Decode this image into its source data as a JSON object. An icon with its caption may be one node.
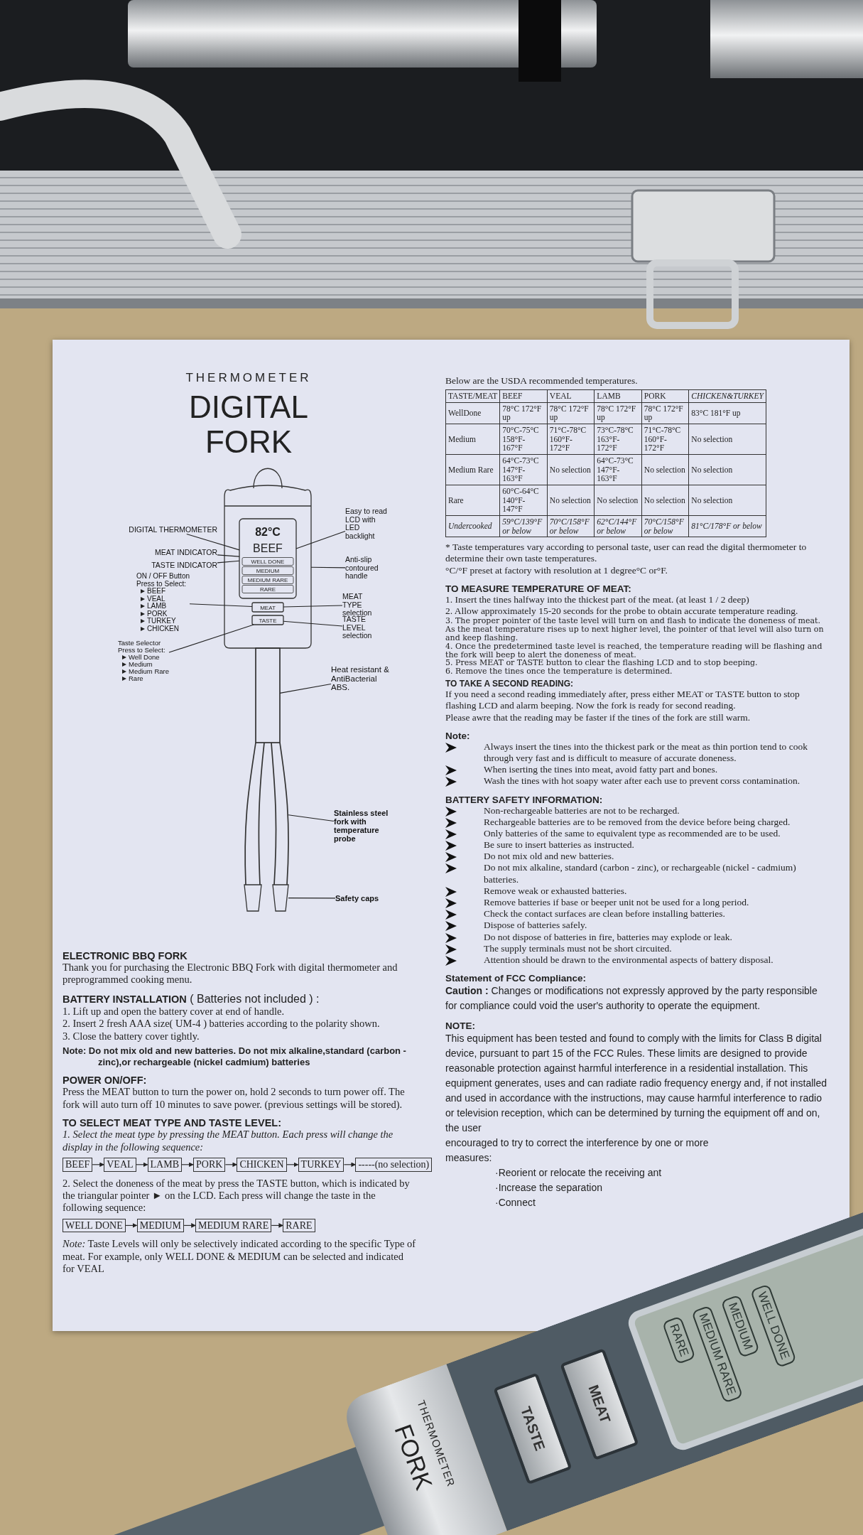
{
  "diagram": {
    "title": "DIGITAL FORK",
    "nodes": [
      {
        "text": [
          "DIGITAL THERMOMETER"
        ]
      },
      {
        "text": [
          "Easy to read LCD with LED backlight"
        ]
      },
      {
        "text": [
          "MEAT INDICATOR"
        ]
      },
      {
        "text": [
          "TASTE INDICATOR"
        ]
      },
      {
        "text": [
          "Anti-slip contoured handle"
        ]
      },
      {
        "text": [
          "ON / OFF Button",
          "Press to Select:",
          "BEEF",
          "VEAL",
          "LAMB",
          "PORK",
          "TURKEY",
          "CHICKEN"
        ]
      },
      {
        "text": [
          "MEAT TYPE selection"
        ]
      },
      {
        "text": [
          "TASTE LEVEL selection"
        ]
      },
      {
        "text": [
          "Taste Selector",
          "Press to Select:",
          "Well Done",
          "Medium",
          "Medium Rare",
          "Rare"
        ]
      },
      {
        "text": [
          "Heat resistant & AntiBacterial ABS."
        ]
      },
      {
        "text": [
          "Stainless steel fork with temperature probe"
        ]
      },
      {
        "text": [
          "Safety caps"
        ]
      },
      {
        "text": [
          "BEEF"
        ]
      },
      {
        "text": [
          "VEAL"
        ]
      },
      {
        "text": [
          "LAMB"
        ]
      },
      {
        "text": [
          "PORK"
        ]
      },
      {
        "text": [
          "CHICKEN"
        ]
      },
      {
        "text": [
          "TURKEY"
        ]
      },
      {
        "text": [
          "-----(no selection)"
        ]
      },
      {
        "text": [
          "WELL DONE"
        ]
      },
      {
        "text": [
          "MEDIUM"
        ]
      },
      {
        "text": [
          "MEDIUM RARE"
        ]
      },
      {
        "text": [
          "RARE"
        ]
      },
      {
        "text": [],
        "shape": "box"
      },
      {
        "text": [
          "82°C",
          "BEEF",
          "WELL DONE",
          "MEDIUM",
          "MEDIUM RARE",
          "RARE"
        ],
        "in": 23
      },
      {
        "text": [
          "MEAT"
        ],
        "in": 23
      },
      {
        "text": [
          "TASTE"
        ],
        "in": 23
      },
      {
        "text": [],
        "shape": "bar"
      },
      {
        "text": [],
        "shape": "bar"
      },
      {
        "text": [],
        "shape": "bar"
      },
      {
        "text": [],
        "shape": "box"
      },
      {
        "text": [],
        "shape": "box"
      }
    ],
    "edges": [
      {
        "from": 0,
        "to": 24,
        "arrow": "none"
      },
      {
        "from": 1,
        "to": 24,
        "arrow": "none"
      },
      {
        "from": 2,
        "to": 24,
        "arrow": "none"
      },
      {
        "from": 3,
        "to": 24,
        "arrow": "none"
      },
      {
        "from": 4,
        "to": 23,
        "arrow": "none"
      },
      {
        "from": 5,
        "to": 25,
        "arrow": "none"
      },
      {
        "from": 6,
        "to": 25,
        "arrow": "none"
      },
      {
        "from": 7,
        "to": 26,
        "arrow": "none"
      },
      {
        "from": 8,
        "to": 26,
        "arrow": "none"
      },
      {
        "from": 9,
        "to": 27,
        "arrow": "none"
      },
      {
        "from": 10,
        "to": 29,
        "arrow": "none"
      },
      {
        "from": 11,
        "to": 31,
        "arrow": "none"
      },
      {
        "from": 12,
        "to": 13,
        "arrow": "to"
      },
      {
        "from": 13,
        "to": 14,
        "arrow": "to"
      },
      {
        "from": 14,
        "to": 15,
        "arrow": "to"
      },
      {
        "from": 15,
        "to": 16,
        "arrow": "to"
      },
      {
        "from": 16,
        "to": 17,
        "arrow": "to"
      },
      {
        "from": 17,
        "to": 18,
        "arrow": "to"
      },
      {
        "from": 19,
        "to": 20,
        "arrow": "to"
      },
      {
        "from": 20,
        "to": 21,
        "arrow": "to"
      },
      {
        "from": 21,
        "to": 22,
        "arrow": "to"
      }
    ],
    "labels": [
      "THERMOMETER",
      "ELECTRONIC BBQ FORK",
      "Thank you for purchasing the Electronic BBQ Fork with digital thermometer and preprogrammed cooking menu.",
      "**BATTERY INSTALLATION** ( Batteries not included ) :",
      "1. Lift up and open the battery cover at end of handle.",
      "2. Insert 2 fresh AAA size( UM-4 ) batteries according to the polarity shown.",
      "3. Close the battery cover tightly.",
      "Note: Do not mix old and new batteries. Do not mix alkaline,standard (carbon - zinc),or rechargeable (nickel cadmium) batteries",
      "POWER ON/OFF:",
      "Press the MEAT button to turn the power on, hold 2 seconds to turn power off. The fork will auto turn off 10 minutes to save power. (previous settings will be stored).",
      "TO SELECT MEAT TYPE AND TASTE LEVEL:",
      "1. Select the meat type by pressing the MEAT button. Each press will change the display in the following sequence:",
      "2. Select the doneness of the meat by press the TASTE button, which is indicated by the triangular pointer ► on the LCD. Each press will change the taste in the following sequence:",
      "*Note:* Taste Levels will only be selectively indicated according to the specific Type of meat. For example, only WELL DONE & MEDIUM can be selected and indicated for VEAL",
      "Below are the USDA recommended temperatures.",
      "TASTE/MEAT",
      "BEEF",
      "VEAL",
      "LAMB",
      "PORK",
      "CHICKEN&TURKEY",
      "WellDone",
      "78°C 172°F up",
      "78°C 172°F up",
      "78°C 172°F up",
      "78°C 172°F up",
      "83°C 181°F up",
      "Medium",
      "70°C-75°C 158°F-167°F",
      "71°C-78°C 160°F-172°F",
      "73°C-78°C 163°F-172°F",
      "71°C-78°C 160°F-172°F",
      "No selection",
      "Medium Rare",
      "64°C-73°C 147°F-163°F",
      "No selection",
      "64°C-73°C 147°F-163°F",
      "No selection",
      "No selection",
      "Rare",
      "60°C-64°C 140°F-147°F",
      "No selection",
      "No selection",
      "No selection",
      "No selection",
      "Undercooked",
      "59°C/139°F or below",
      "70°C/158°F or below",
      "62°C/144°F or below",
      "70°C/158°F or below",
      "81°C/178°F or below",
      "* Taste temperatures vary according to personal taste, user can read the digital thermometer to determine their own taste temperatures.",
      "°C/°F preset at factory with resolution at 1 degree°C or°F.",
      "TO MEASURE TEMPERATURE OF MEAT:",
      "1. Insert the tines halfway into the thickest part of the meat. (at least 1 / 2 deep)",
      "2. Allow approximately 15-20 seconds for the probe to obtain accurate temperature reading.",
      "3. The proper pointer of the taste level will turn on and flash to indicate the doneness of meat. As the meat temperature rises up to next higher level, the pointer of that level will also turn on and keep flashing.",
      "4. Once the predetermined taste level is reached, the temperature reading will be flashing and the fork will beep to alert the doneness of meat.",
      "5. Press MEAT or TASTE button to clear the flashing LCD and to stop beeping.",
      "6. Remove the tines once the temperature is determined.",
      "TO TAKE A SECOND READING:",
      "If you need a second reading immediately after, press either MEAT or TASTE button to stop flashing LCD and alarm beeping. Now the fork is ready for second reading.",
      "Please awre that the reading may be faster if the tines of the fork are still warm.",
      "Note:",
      "Always insert the tines into the thickest park or the meat as thin portion tend to cook through very fast and is difficult to measure of accurate doneness.",
      "When iserting the tines into meat, avoid fatty part and bones.",
      "Wash the tines with hot soapy water after each use to prevent corss contamination.",
      "BATTERY SAFETY INFORMATION:",
      "Non-rechargeable batteries are not to be recharged.",
      "Rechargeable batteries are to be removed from the device before being charged.",
      "Only batteries of the same to equivalent type as recommended are to be used.",
      "Be sure to insert batteries as instructed.",
      "Do not mix old and new batteries.",
      "Do not mix alkaline, standard (carbon - zinc), or rechargeable (nickel - cadmium) batteries.",
      "Remove weak or exhausted batteries.",
      "Remove batteries if base or beeper unit not be used for a long period.",
      "Check the contact surfaces are clean before installing batteries.",
      "Dispose of batteries safely.",
      "Do not dispose of batteries in fire, batteries may explode or leak.",
      "The supply terminals must not be short circuited.",
      "Attention should be drawn to the environmental aspects of battery disposal.",
      "Statement of FCC Compliance:",
      "**Caution :** Changes or modifications not expressly approved by the party responsible for compliance could void the user's authority to operate the equipment.",
      "NOTE:",
      "This equipment has been tested and found to comply with the limits for Class B digital device, pursuant to part 15 of the FCC Rules. These limits are designed to provide reasonable protection against harmful interference in a residential installation. This equipment generates, uses and can radiate radio frequency energy and, if not installed and used in accordance with the instructions, may cause harmful interference to radio or television reception, which can be determined by turning the equipment off and on, the user",
      "encouraged to try to correct the interference by one or more",
      "measures:",
      "·Reorient or relocate the receiving ant",
      "·Increase the separation",
      "·Connect",
      "THERMOMETER",
      "FORK",
      "TASTE",
      "MEAT",
      "WELL DONE",
      "MEDIUM",
      "MEDIUM RARE",
      "RARE"
    ]
  }
}
